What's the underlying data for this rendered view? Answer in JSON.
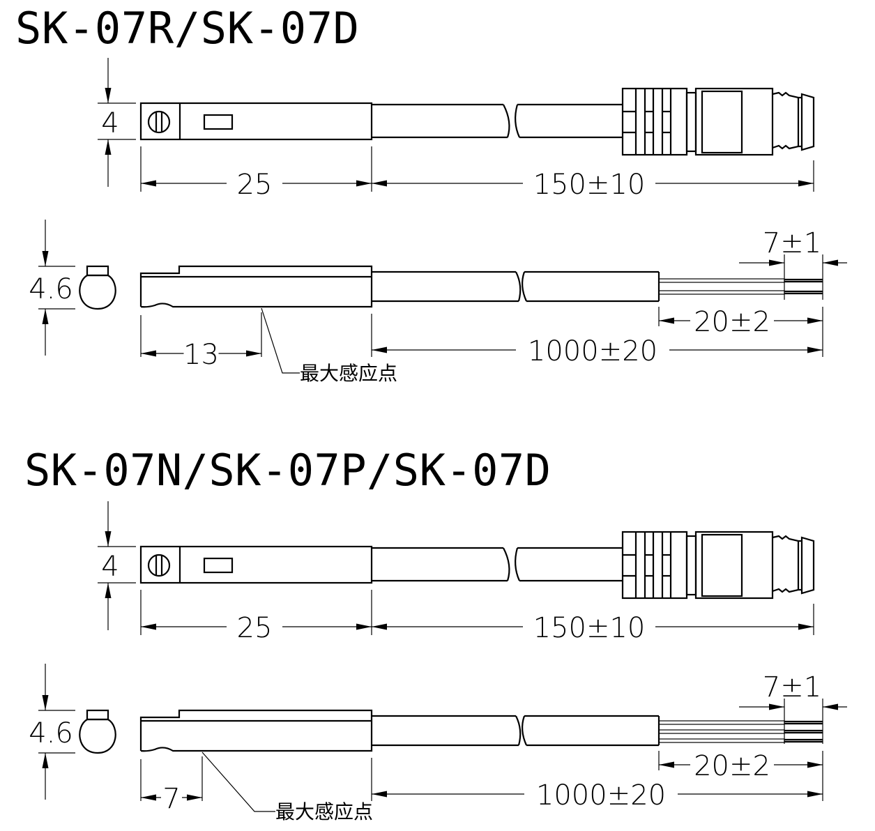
{
  "blocks": [
    {
      "title": "SK-07R/SK-07D",
      "top_view": {
        "height_dim": "4",
        "body_length_dim": "25",
        "cable_length_dim": "150±10"
      },
      "side_view": {
        "height_dim": "4.6",
        "sensing_point_dim": "13",
        "cable_length_dim": "1000±20",
        "strip_dim": "7±1",
        "wire_length_dim": "20±2",
        "sensing_point_label": "最大感应点"
      },
      "wire_count": 2
    },
    {
      "title": "SK-07N/SK-07P/SK-07D",
      "top_view": {
        "height_dim": "4",
        "body_length_dim": "25",
        "cable_length_dim": "150±10"
      },
      "side_view": {
        "height_dim": "4.6",
        "sensing_point_dim": "7",
        "cable_length_dim": "1000±20",
        "strip_dim": "7±1",
        "wire_length_dim": "20±2",
        "sensing_point_label": "最大感应点"
      },
      "wire_count": 3
    }
  ],
  "colors": {
    "line": "#000000",
    "background": "#ffffff"
  }
}
